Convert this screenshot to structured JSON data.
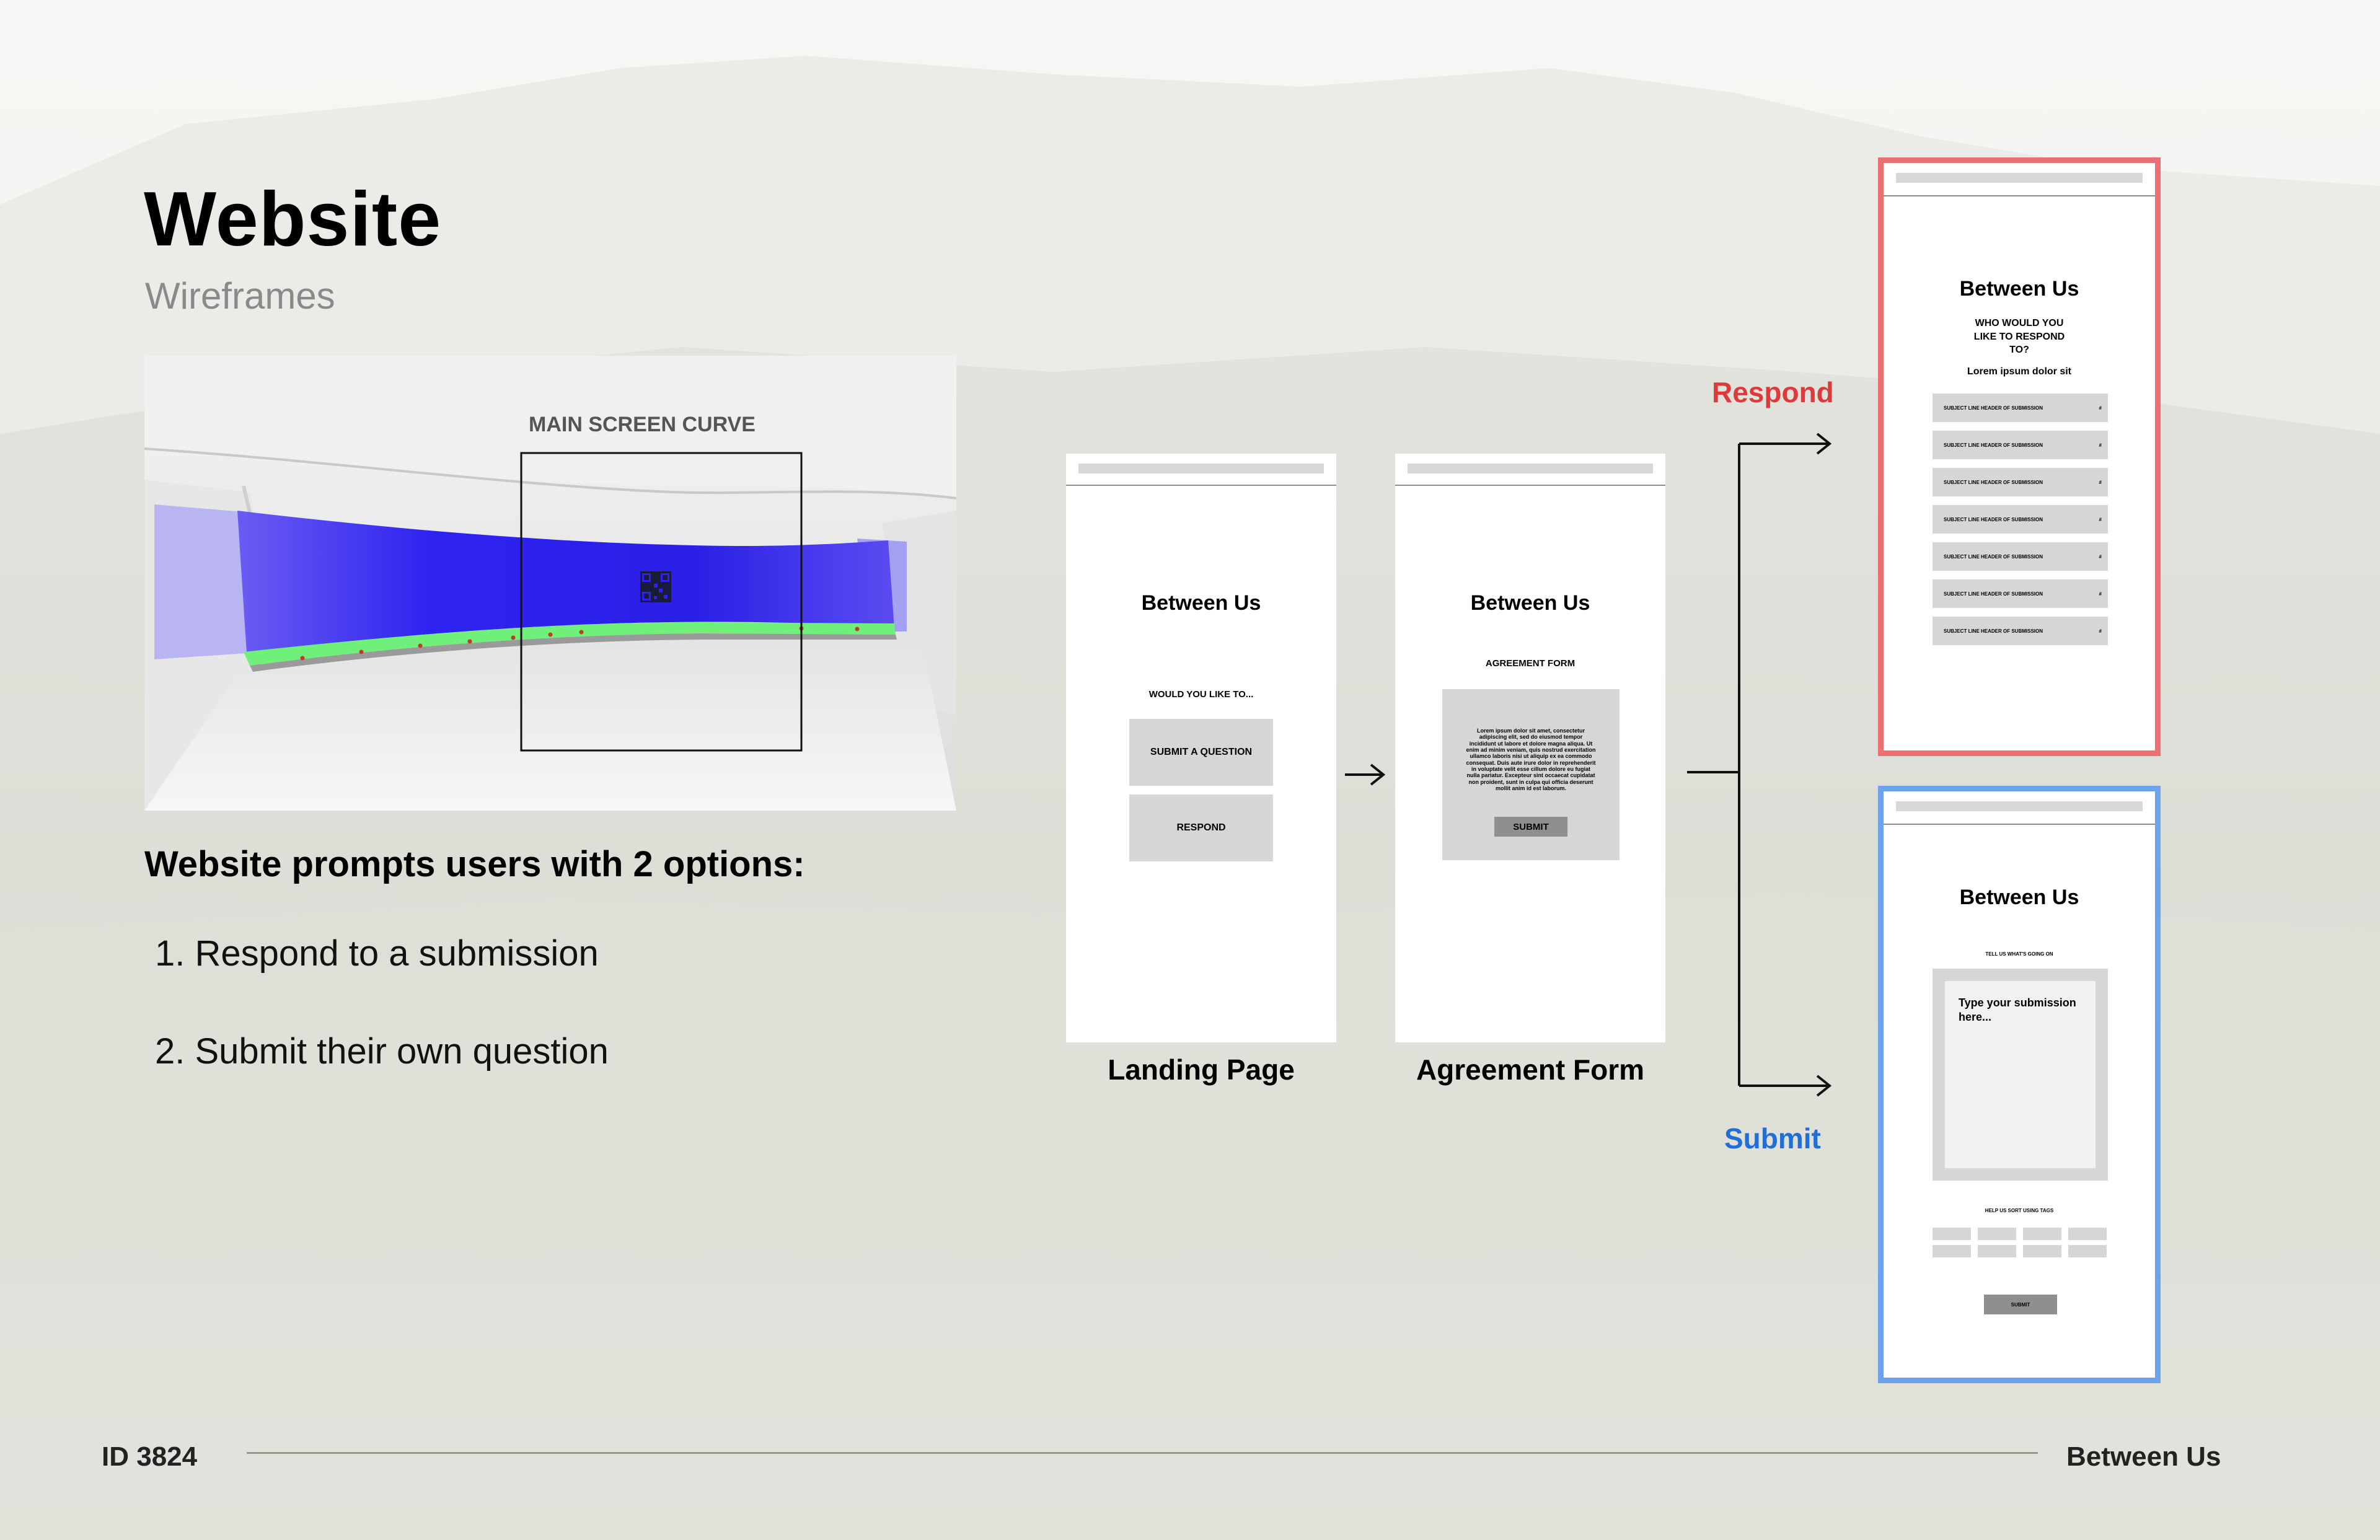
{
  "header": {
    "title": "Website",
    "subtitle": "Wireframes"
  },
  "render": {
    "label": "MAIN SCREEN CURVE",
    "screen_color": "#2e22f0",
    "ledge_color": "#6ef07a"
  },
  "body_text": {
    "prompt": "Website prompts users with 2 options:",
    "options": [
      "1.  Respond to a submission",
      "2.  Submit their own question"
    ]
  },
  "landing": {
    "title": "Between Us",
    "question": "WOULD YOU LIKE TO...",
    "submit_btn": "SUBMIT A QUESTION",
    "respond_btn": "RESPOND",
    "caption": "Landing Page"
  },
  "agreement": {
    "title": "Between Us",
    "heading": "AGREEMENT FORM",
    "body": "Lorem ipsum dolor sit amet, consectetur adipiscing elit, sed do eiusmod tempor incididunt ut labore et dolore magna aliqua. Ut enim ad minim veniam, quis nostrud exercitation ullamco laboris nisi ut aliquip ex ea commodo consequat. Duis aute irure dolor in reprehenderit in voluptate velit esse cillum dolore eu fugiat nulla pariatur. Excepteur sint occaecat cupidatat non proident, sunt in culpa qui officia deserunt mollit anim id est laborum.",
    "submit_btn": "SUBMIT",
    "caption": "Agreement Form"
  },
  "flow_labels": {
    "respond": "Respond",
    "submit": "Submit"
  },
  "respond_page": {
    "title": "Between Us",
    "question": "WHO WOULD YOU LIKE TO RESPOND TO?",
    "lorem": "Lorem ipsum dolor sit",
    "rows": [
      {
        "label": "SUBJECT LINE HEADER OF SUBMISSION",
        "num": "#"
      },
      {
        "label": "SUBJECT LINE HEADER OF SUBMISSION",
        "num": "#"
      },
      {
        "label": "SUBJECT LINE HEADER OF SUBMISSION",
        "num": "#"
      },
      {
        "label": "SUBJECT LINE HEADER OF SUBMISSION",
        "num": "#"
      },
      {
        "label": "SUBJECT LINE HEADER OF SUBMISSION",
        "num": "#"
      },
      {
        "label": "SUBJECT LINE HEADER OF SUBMISSION",
        "num": "#"
      },
      {
        "label": "SUBJECT LINE HEADER OF SUBMISSION",
        "num": "#"
      }
    ],
    "frame_color": "#ee6f72"
  },
  "submit_page": {
    "title": "Between Us",
    "prompt": "TELL US WHAT'S GOING ON",
    "placeholder": "Type your submission here...",
    "tags_label": "HELP US SORT USING TAGS",
    "submit_btn": "SUBMIT",
    "frame_color": "#6da3ec"
  },
  "footer": {
    "id": "ID 3824",
    "project": "Between Us"
  }
}
